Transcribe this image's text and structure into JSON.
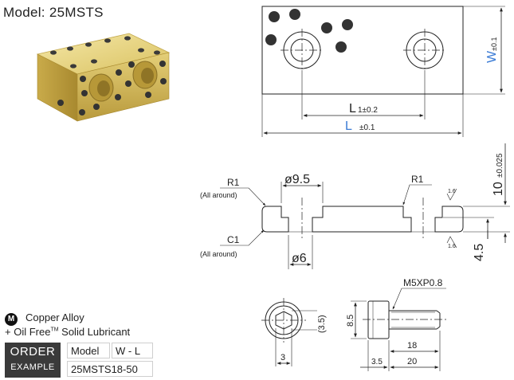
{
  "model_title": "Model: 25MSTS",
  "top_view": {
    "L1": "L",
    "L1_tol": "1±0.2",
    "L": "L",
    "L_tol": "±0.1",
    "W": "W",
    "W_tol": "±0.1"
  },
  "section_view": {
    "dia_top": "ø9.5",
    "dia_bottom": "ø6",
    "r1_left": "R1",
    "r1_left_note": "(All around)",
    "r1_right": "R1",
    "c1": "C1",
    "c1_note": "(All around)",
    "height": "10",
    "height_tol": "±0.025",
    "depth": "4.5",
    "roughness_top": "1.6",
    "roughness_bottom": "1.6"
  },
  "screw": {
    "thread": "M5XP0.8",
    "head_dia": "8.5",
    "head_height": "(3.5)",
    "hex": "3",
    "thread_len": "18",
    "total_len": "20",
    "head_len": "3.5"
  },
  "material": {
    "icon": "M",
    "line1": "Copper Alloy",
    "line2_prefix": "+ Oil Free",
    "line2_tm": "TM",
    "line2_suffix": " Solid Lubricant"
  },
  "order": {
    "badge_line1": "ORDER",
    "badge_line2": "EXAMPLE",
    "header_model": "Model",
    "header_wl": "W - L",
    "example": "25MSTS18-50"
  },
  "colors": {
    "brass": "#d9c160",
    "dim_blue": "#3a7bd5",
    "plug": "#333333"
  }
}
